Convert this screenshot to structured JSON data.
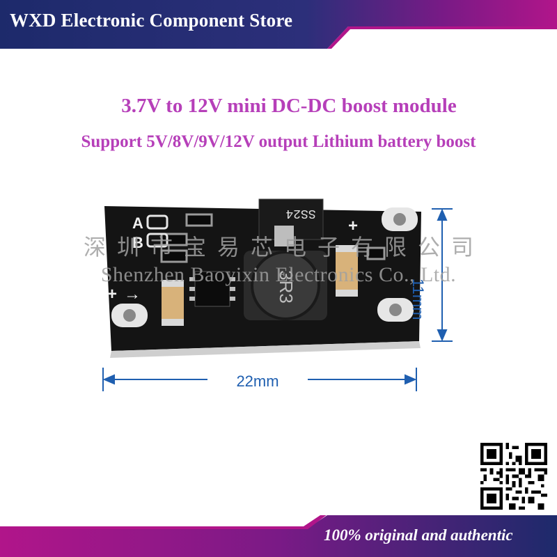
{
  "banner": {
    "store_name": "WXD Electronic Component Store",
    "slogan": "100% original and authentic"
  },
  "headline": {
    "line1": "3.7V to 12V mini DC-DC boost module",
    "line2": "Support 5V/8V/9V/12V output Lithium battery boost"
  },
  "watermark": {
    "chinese": "深圳市宝易芯电子有限公司",
    "english": "Shenzhen Baoyixin Electronics Co., Ltd."
  },
  "board": {
    "diode_marking": "SS24",
    "inductor_marking": "3R3",
    "pin_label_a": "A",
    "pin_label_b": "B",
    "plus_symbol": "+",
    "arrow_symbol": "→"
  },
  "dimensions": {
    "height_label": "11mm",
    "width_label": "22mm"
  },
  "colors": {
    "banner_dark": "#1d2a6b",
    "banner_magenta": "#b1158a",
    "headline": "#b63fb9",
    "dimension": "#1f5fb0",
    "pcb": "#141414"
  }
}
